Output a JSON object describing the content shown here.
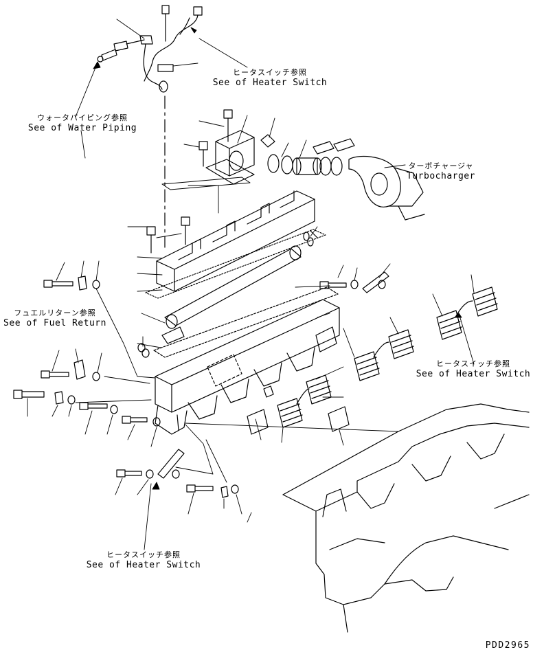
{
  "callouts": {
    "heater_switch_top": {
      "jp": "ヒータスイッチ参照",
      "en": "See of Heater Switch"
    },
    "water_piping": {
      "jp": "ウォータパイピング参照",
      "en": "See of Water Piping"
    },
    "turbocharger": {
      "jp": "ターボチャージャ",
      "en": "Turbocharger"
    },
    "fuel_return": {
      "jp": "フュエルリターン参照",
      "en": "See of Fuel Return"
    },
    "heater_switch_right": {
      "jp": "ヒータスイッチ参照",
      "en": "See of Heater Switch"
    },
    "heater_switch_bottom": {
      "jp": "ヒータスイッチ参照",
      "en": "See of Heater Switch"
    }
  },
  "document_id": "PDD2965",
  "colors": {
    "ink": "#000000",
    "paper": "#ffffff"
  }
}
